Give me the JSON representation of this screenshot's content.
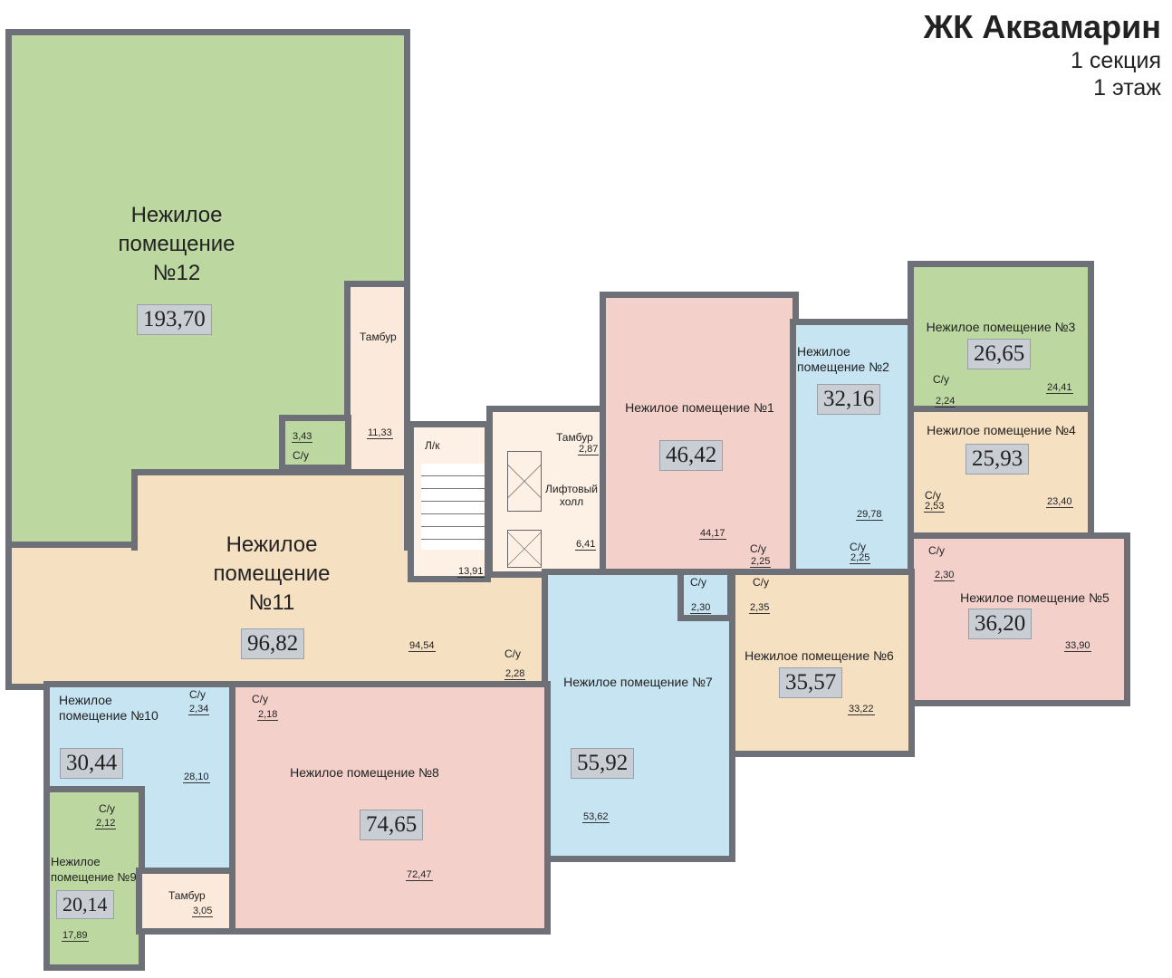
{
  "title": {
    "main": "ЖК Аквамарин",
    "section": "1 секция",
    "floor": "1 этаж"
  },
  "rooms": {
    "r12": {
      "name": "Нежилое\nпомещение\n№12",
      "area": "193,70"
    },
    "r11": {
      "name": "Нежилое\nпомещение\n№11",
      "area": "96,82",
      "sub": "94,54"
    },
    "r1": {
      "name": "Нежилое помещение №1",
      "area": "46,42",
      "sub": "44,17"
    },
    "r2": {
      "name": "Нежилое\nпомещение №2",
      "area": "32,16",
      "sub": "29,78"
    },
    "r3": {
      "name": "Нежилое помещение №3",
      "area": "26,65",
      "sub": "24,41"
    },
    "r4": {
      "name": "Нежилое помещение №4",
      "area": "25,93",
      "sub": "23,40"
    },
    "r5": {
      "name": "Нежилое помещение №5",
      "area": "36,20",
      "sub": "33,90"
    },
    "r6": {
      "name": "Нежилое помещение №6",
      "area": "35,57",
      "sub": "33,22"
    },
    "r7": {
      "name": "Нежилое помещение №7",
      "area": "55,92",
      "sub": "53,62"
    },
    "r8": {
      "name": "Нежилое помещение №8",
      "area": "74,65",
      "sub": "72,47"
    },
    "r9": {
      "name": "Нежилое\nпомещение №9",
      "area": "20,14",
      "sub": "17,89"
    },
    "r10": {
      "name": "Нежилое\nпомещение №10",
      "area": "30,44",
      "sub": "28,10"
    }
  },
  "aux": {
    "tambur12": {
      "name": "Тамбур",
      "area": "11,33"
    },
    "wc12": {
      "name": "С/у",
      "area": "3,43"
    },
    "stair": {
      "name": "Л/к",
      "area": "13,91"
    },
    "tamburLift": {
      "name": "Тамбур",
      "area": "2,87"
    },
    "lift": {
      "name": "Лифтовый\nхолл",
      "area": "6,41"
    },
    "wc11": {
      "name": "С/у",
      "area": "2,28"
    },
    "wc1": {
      "name": "С/у",
      "area": "2,25"
    },
    "wc2": {
      "name": "С/у",
      "area": "2,25"
    },
    "wc3": {
      "name": "С/у",
      "area": "2,24"
    },
    "wc4": {
      "name": "С/у",
      "area": "2,53"
    },
    "wc5": {
      "name": "С/у",
      "area": "2,30"
    },
    "wc7": {
      "name": "С/у",
      "area": "2,30"
    },
    "wc6": {
      "name": "С/у",
      "area": "2,35"
    },
    "wc10": {
      "name": "С/у",
      "area": "2,34"
    },
    "wc8": {
      "name": "С/у",
      "area": "2,18"
    },
    "wc9": {
      "name": "С/у",
      "area": "2,12"
    },
    "tambur9": {
      "name": "Тамбур",
      "area": "3,05"
    }
  }
}
